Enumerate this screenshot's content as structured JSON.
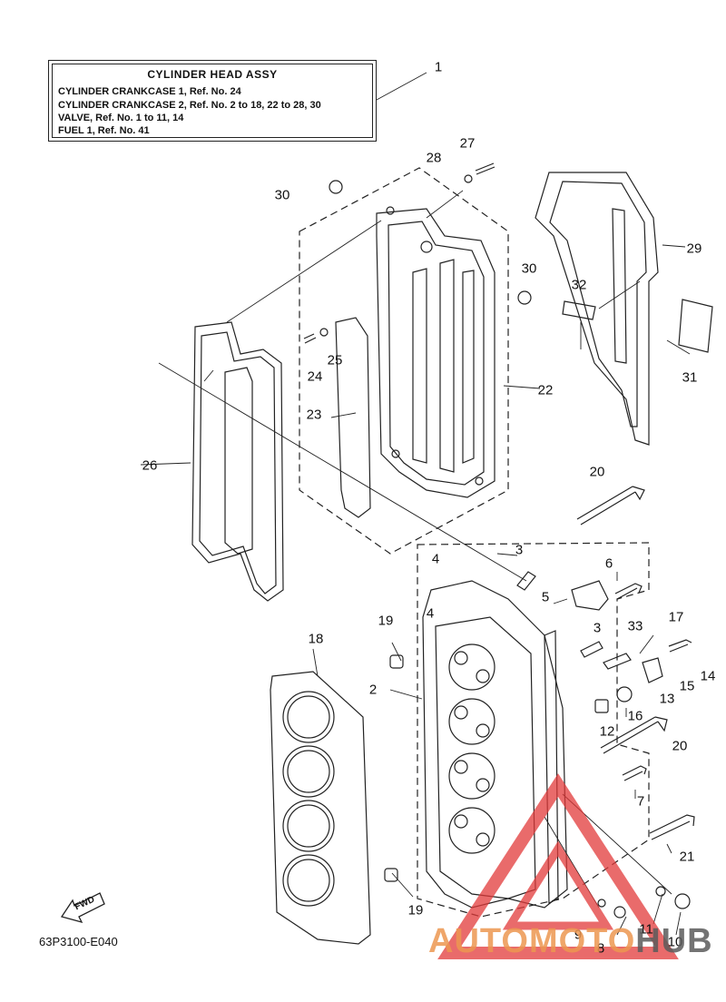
{
  "title_box": {
    "heading": "CYLINDER HEAD ASSY",
    "lines": [
      "CYLINDER CRANKCASE 1, Ref. No. 24",
      "CYLINDER CRANKCASE 2, Ref. No. 2 to 18, 22 to 28, 30",
      "VALVE,  Ref. No. 1 to 11, 14",
      "FUEL 1,  Ref. No. 41"
    ]
  },
  "callouts": {
    "c1": "1",
    "c2": "2",
    "c3a": "3",
    "c3b": "3",
    "c4a": "4",
    "c4b": "4",
    "c5": "5",
    "c6": "6",
    "c7": "7",
    "c8": "8",
    "c9": "9",
    "c10": "10",
    "c11": "11",
    "c12": "12",
    "c13": "13",
    "c14": "14",
    "c15": "15",
    "c16": "16",
    "c17": "17",
    "c18": "18",
    "c19a": "19",
    "c19b": "19",
    "c20a": "20",
    "c20b": "20",
    "c21": "21",
    "c22": "22",
    "c23": "23",
    "c24": "24",
    "c25": "25",
    "c26": "26",
    "c27": "27",
    "c28": "28",
    "c29": "29",
    "c30a": "30",
    "c30b": "30",
    "c31": "31",
    "c32": "32",
    "c33": "33"
  },
  "fwd_label": "FWD",
  "diagram_code": "63P3100-E040",
  "watermark": {
    "part1": "AUTOMOTO",
    "part2": "HUB"
  },
  "colors": {
    "line": "#222222",
    "watermark_red": "#e23a3a",
    "watermark_orange": "#ec9650",
    "watermark_gray": "#5a5a5a"
  }
}
